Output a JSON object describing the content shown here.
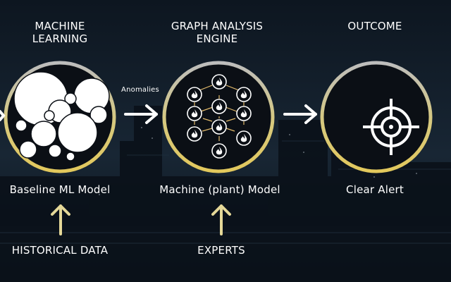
{
  "columns": [
    {
      "header_lines": [
        "MACHINE",
        "LEARNING"
      ],
      "caption": "Baseline ML Model",
      "input": "HISTORICAL DATA",
      "icon": "circle-packing-icon"
    },
    {
      "header_lines": [
        "GRAPH ANALYSIS",
        "ENGINE"
      ],
      "caption": "Machine (plant) Model",
      "input": "EXPERTS",
      "icon": "flame-graph-icon"
    },
    {
      "header_lines": [
        "OUTCOME"
      ],
      "caption": "Clear Alert",
      "icon": "crosshair-icon"
    }
  ],
  "connector_label": "Anomalies",
  "colors": {
    "background": "#0f1823",
    "ring": "#d9c97a",
    "ring_inner": "#b9b9b9",
    "circle_fill": "#0b0f15",
    "text": "#ffffff",
    "up_arrow": "#e5d898"
  }
}
